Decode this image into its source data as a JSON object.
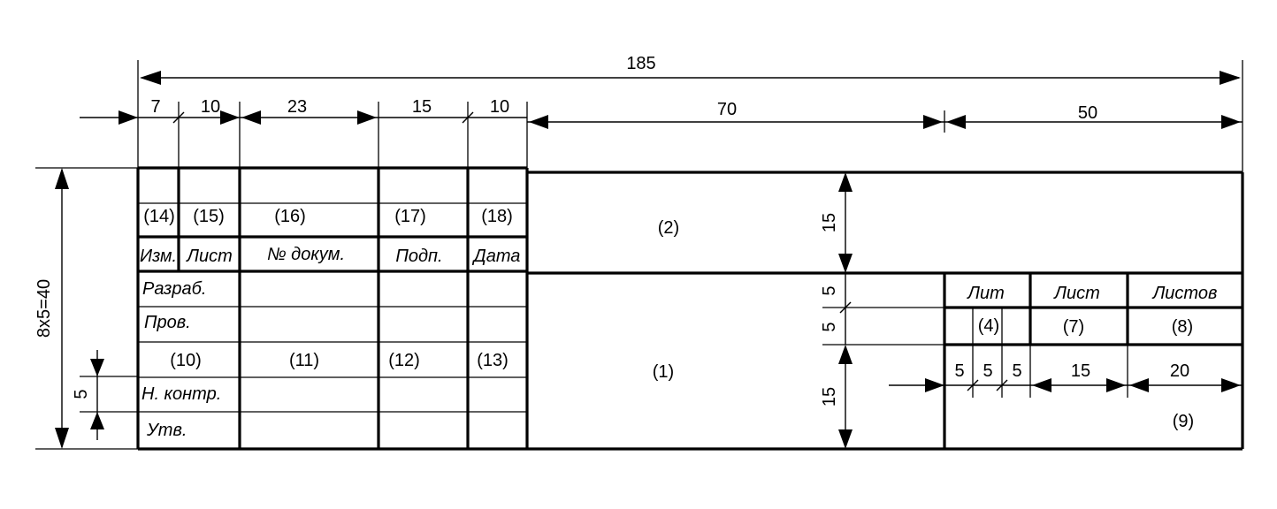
{
  "dimensions": {
    "total_width": "185",
    "columns": [
      "7",
      "10",
      "23",
      "15",
      "10",
      "70",
      "50"
    ],
    "total_height": "8x5=40",
    "row_height": "5",
    "center_top": "15",
    "center_mid1": "5",
    "center_mid2": "5",
    "center_bottom": "15",
    "right_sub": [
      "5",
      "5",
      "5",
      "15",
      "20"
    ]
  },
  "headers": {
    "izm": "Изм.",
    "list": "Лист",
    "doc": "№ докум.",
    "sign": "Подп.",
    "date": "Дата"
  },
  "rows": {
    "razrab": "Разраб.",
    "prov": "Пров.",
    "nkontr": "Н. контр.",
    "utv": "Утв."
  },
  "right": {
    "lit": "Лит",
    "list": "Лист",
    "listov": "Листов"
  },
  "refs": {
    "r1": "(1)",
    "r2": "(2)",
    "r4": "(4)",
    "r7": "(7)",
    "r8": "(8)",
    "r9": "(9)",
    "r10": "(10)",
    "r11": "(11)",
    "r12": "(12)",
    "r13": "(13)",
    "r14": "(14)",
    "r15": "(15)",
    "r16": "(16)",
    "r17": "(17)",
    "r18": "(18)"
  }
}
